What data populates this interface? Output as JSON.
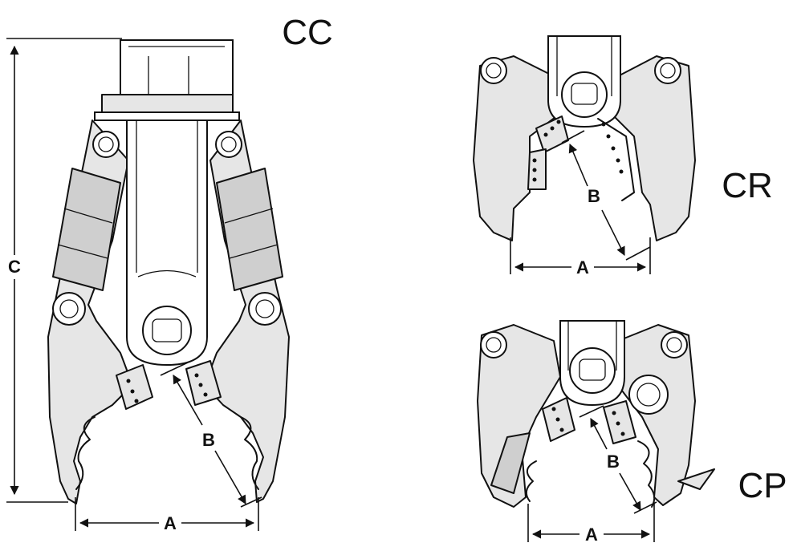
{
  "figures": [
    {
      "id": "cc",
      "model_label": "CC",
      "dimension_labels": {
        "a": "A",
        "b": "B",
        "c": "C"
      }
    },
    {
      "id": "cr",
      "model_label": "CR",
      "dimension_labels": {
        "a": "A",
        "b": "B"
      }
    },
    {
      "id": "cp",
      "model_label": "CP",
      "dimension_labels": {
        "a": "A",
        "b": "B"
      }
    }
  ],
  "colors": {
    "line": "#111111",
    "fill": "#e6e6e6",
    "background": "#ffffff"
  }
}
